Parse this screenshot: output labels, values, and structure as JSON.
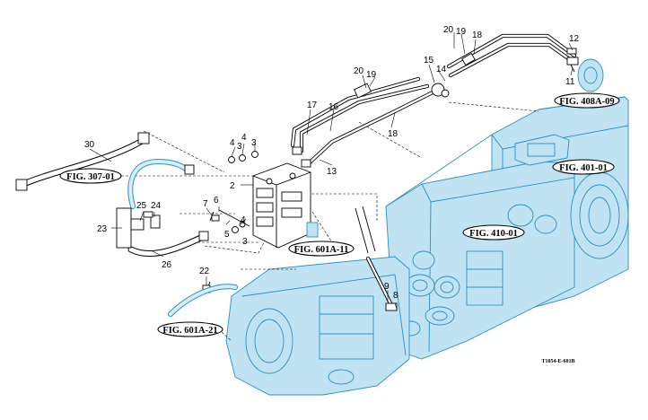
{
  "figure_refs": {
    "fig_307": "FIG. 307-01",
    "fig_408a": "FIG. 408A-09",
    "fig_401": "FIG. 401-01",
    "fig_410": "FIG. 410-01",
    "fig_601a_11": "FIG. 601A-11",
    "fig_601a_21": "FIG. 601A-21"
  },
  "callouts": {
    "c2": "2",
    "c3a": "3",
    "c3b": "3",
    "c3c": "3",
    "c4a": "4",
    "c4b": "4",
    "c5": "5",
    "c6": "6",
    "c7": "7",
    "c8": "8",
    "c9": "9",
    "c11": "11",
    "c12": "12",
    "c13": "13",
    "c14": "14",
    "c15": "15",
    "c16": "16",
    "c17": "17",
    "c18a": "18",
    "c18b": "18",
    "c19a": "19",
    "c19b": "19",
    "c20a": "20",
    "c20b": "20",
    "c22": "22",
    "c23": "23",
    "c24": "24",
    "c25": "25",
    "c26": "26",
    "c30": "30"
  },
  "drawing_code": "T1054-E-601B",
  "colors": {
    "housing_fill": "#bfe3f3",
    "housing_stroke": "#2c8fc0",
    "ink": "#000000"
  }
}
